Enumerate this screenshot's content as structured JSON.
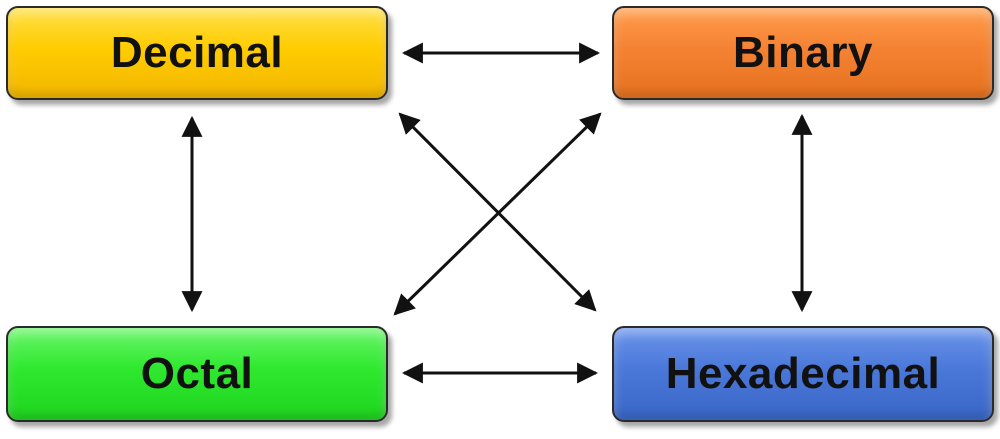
{
  "nodes": {
    "decimal": {
      "label": "Decimal",
      "color": "#ffcc00"
    },
    "binary": {
      "label": "Binary",
      "color": "#f58233"
    },
    "octal": {
      "label": "Octal",
      "color": "#2ee82e"
    },
    "hexadecimal": {
      "label": "Hexadecimal",
      "color": "#4a78d9"
    }
  },
  "connections": [
    {
      "from": "decimal",
      "to": "binary",
      "direction": "bidirectional"
    },
    {
      "from": "decimal",
      "to": "octal",
      "direction": "bidirectional"
    },
    {
      "from": "binary",
      "to": "hexadecimal",
      "direction": "bidirectional"
    },
    {
      "from": "octal",
      "to": "hexadecimal",
      "direction": "bidirectional"
    },
    {
      "from": "decimal",
      "to": "hexadecimal",
      "direction": "bidirectional"
    },
    {
      "from": "binary",
      "to": "octal",
      "direction": "bidirectional"
    }
  ],
  "arrow_color": "#111111"
}
